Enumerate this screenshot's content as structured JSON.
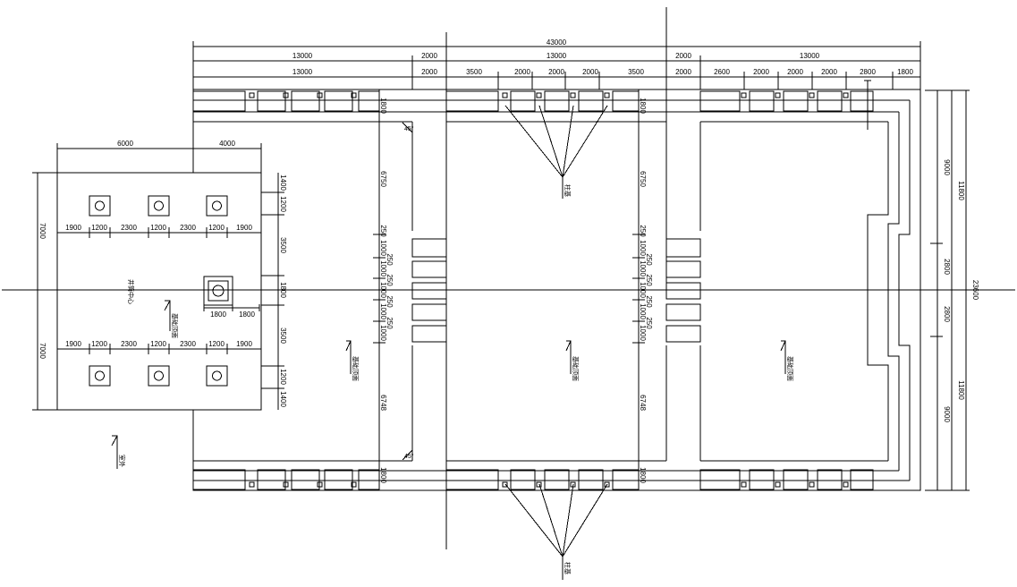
{
  "top_dims": {
    "overall": "43000",
    "row1": [
      "13000",
      "2000",
      "13000",
      "2000",
      "13000"
    ],
    "row2": [
      "13000",
      "2000",
      "3500",
      "2000",
      "2000",
      "2000",
      "3500",
      "2000",
      "2600",
      "2000",
      "2000",
      "2000",
      "2800",
      "1800"
    ]
  },
  "right_dims": {
    "overall": "23600",
    "half": [
      "11800",
      "11800"
    ],
    "parts": [
      "9000",
      "2800",
      "2800",
      "9000"
    ]
  },
  "left_block": {
    "top_dims": [
      "6000",
      "4000"
    ],
    "left_dims": [
      "7000",
      "7000"
    ],
    "upper_row_dims": [
      "1900",
      "1200",
      "2300",
      "1200",
      "2300",
      "1200",
      "1900"
    ],
    "lower_row_dims": [
      "1900",
      "1200",
      "2300",
      "1200",
      "2300",
      "1200",
      "1900"
    ],
    "right_dims_upper": [
      "1400",
      "1200",
      "3500",
      "1800"
    ],
    "right_dims_lower": [
      "3500",
      "1200",
      "1400"
    ],
    "well_dims": [
      "1800",
      "1800"
    ],
    "label_center": "井筒中心",
    "arrow_label": "基础顶面",
    "corner_label": "室外"
  },
  "wall_dims": {
    "left_top": "1800",
    "left_mid": "6750",
    "left_bot": "6748",
    "left_gap": "250",
    "left_stack": [
      "1000",
      "250",
      "1000",
      "250",
      "1000",
      "250",
      "1000",
      "250",
      "1000"
    ],
    "mid_top": "1800",
    "mid_mid": "6750",
    "mid_bot": "6748",
    "mid_gap": "250",
    "bottom_left": "1800",
    "bottom_mid": "1800"
  },
  "labels": {
    "top_leader": "柱基",
    "bottom_leader": "柱基",
    "room1": "基础顶面",
    "room2": "基础顶面",
    "room3": "基础顶面",
    "corner_mark": "45°"
  }
}
